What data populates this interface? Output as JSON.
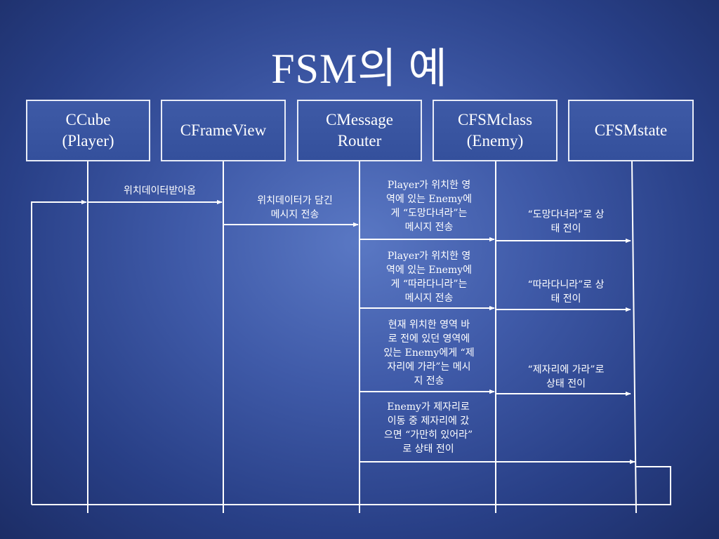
{
  "slide": {
    "title": "FSM의 예",
    "objects": [
      {
        "id": "ccube",
        "label": "CCube\n(Player)"
      },
      {
        "id": "cframeview",
        "label": "CFrameView"
      },
      {
        "id": "cmessagerouter",
        "label": "CMessage\nRouter"
      },
      {
        "id": "cfsmclass",
        "label": "CFSMclass\n(Enemy)"
      },
      {
        "id": "cfsmstate",
        "label": "CFSMstate"
      }
    ],
    "notes": {
      "receive_position": "위치데이터받아옴",
      "send_position_message": "위치데이터가 담긴\n메시지 전송",
      "router_flee": "Player가 위치한 영\n역에 있는 Enemy에\n게 “도망다녀라”는\n메시지 전송",
      "state_flee": "“도망다녀라”로    상\n태 전이",
      "router_chase": "Player가 위치한 영\n역에 있는 Enemy에\n게 “따라다니라”는\n메시지 전송",
      "state_chase": "“따라다니라”로    상\n태 전이",
      "router_return": "현재 위치한 영역 바\n로 전에 있던 영역에\n있는 Enemy에게 “제\n자리에 가라”는 메시\n지 전송",
      "state_return": "“제자리에 가라”로\n상태 전이",
      "router_stay": "Enemy가 제자리로\n이동 중 제자리에 갔\n으면 “가만히 있어라”\n로 상태 전이"
    }
  }
}
